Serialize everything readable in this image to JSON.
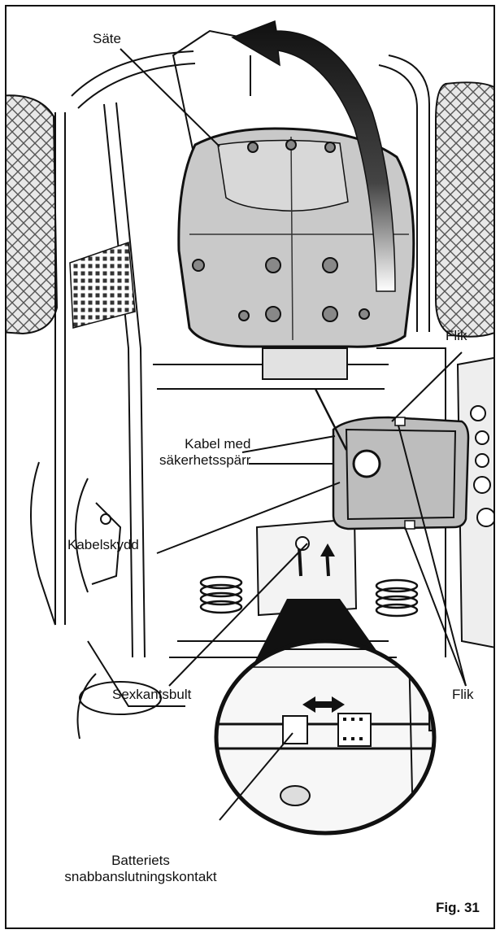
{
  "labels": {
    "seat": "Säte",
    "tab_top": "Flik",
    "cable_line1": "Kabel med",
    "cable_line2": "säkerhetsspärr",
    "cable_cover": "Kabelskydd",
    "hex_bolt": "Sexkantsbult",
    "tab_bottom": "Flik",
    "connector_line1": "Batteriets",
    "connector_line2": "snabbanslutningskontakt"
  },
  "figure_number": "Fig. 31",
  "colors": {
    "line": "#111111",
    "seat_fill": "#c9c9c9",
    "cover_fill": "#bdbdbd",
    "tire_fill": "#e6e6e6"
  }
}
